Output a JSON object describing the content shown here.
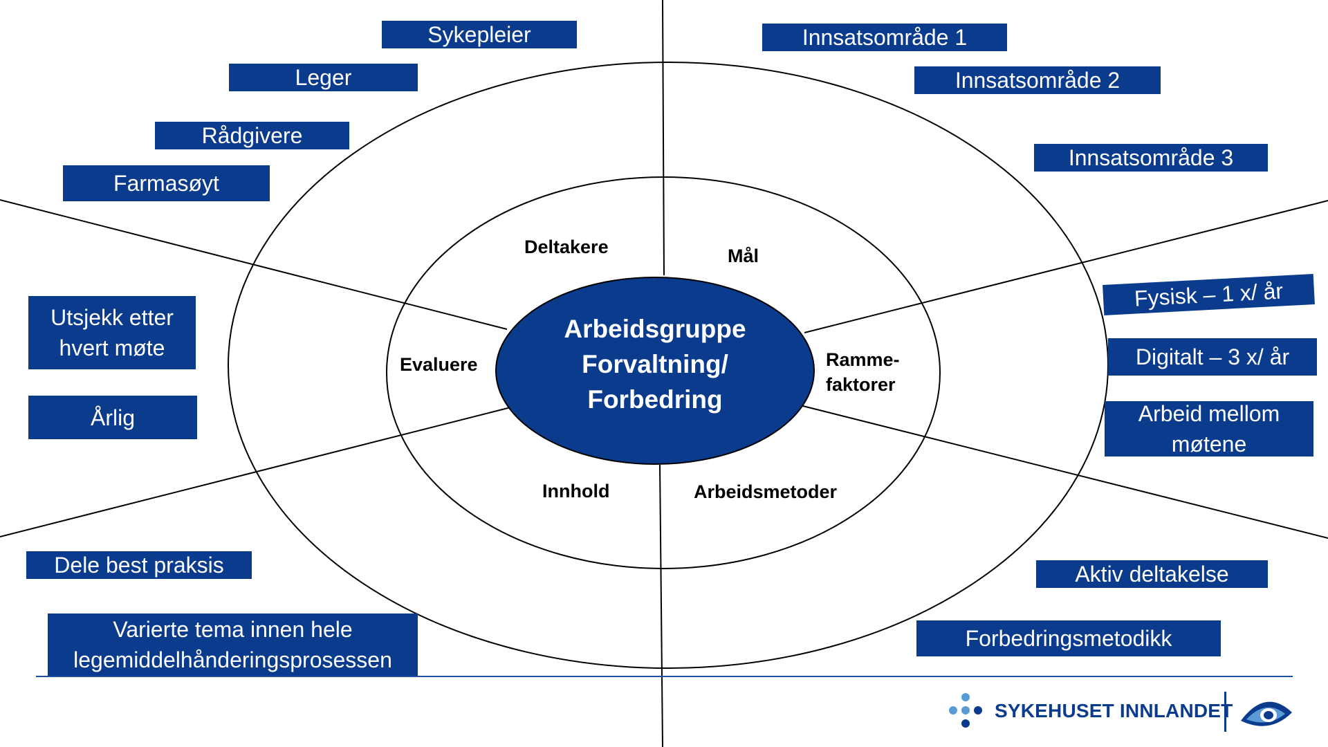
{
  "center": {
    "line1": "Arbeidsgruppe",
    "line2": "Forvaltning/",
    "line3": "Forbedring"
  },
  "segments": {
    "deltakere": "Deltakere",
    "maal": "Mål",
    "rammefaktorer_1": "Ramme-",
    "rammefaktorer_2": "faktorer",
    "arbeidsmetoder": "Arbeidsmetoder",
    "innhold": "Innhold",
    "evaluere": "Evaluere"
  },
  "participants": {
    "sykepleier": "Sykepleier",
    "leger": "Leger",
    "radgivere": "Rådgivere",
    "farmasoyt": "Farmasøyt"
  },
  "goals": {
    "omrade1": "Innsatsområde 1",
    "omrade2": "Innsatsområde 2",
    "omrade3": "Innsatsområde 3"
  },
  "frame_factors": {
    "fysisk": "Fysisk – 1 x/ år",
    "digitalt": "Digitalt – 3 x/ år",
    "mellom_1": "Arbeid mellom",
    "mellom_2": "møtene"
  },
  "work_methods": {
    "aktiv": "Aktiv deltakelse",
    "forbedring": "Forbedringsmetodikk"
  },
  "content": {
    "dele": "Dele best praksis",
    "tema_1": "Varierte tema innen hele",
    "tema_2": "legemiddelhånderingsprosessen"
  },
  "evaluate": {
    "utsjekk_1": "Utsjekk etter",
    "utsjekk_2": "hvert møte",
    "arlig": "Årlig"
  },
  "brand": {
    "name": "SYKEHUSET INNLANDET"
  },
  "colors": {
    "primary": "#0b3b8c",
    "line": "#000000",
    "footer_rule": "#1f4f9f",
    "light_dot": "#5b9bd5"
  }
}
